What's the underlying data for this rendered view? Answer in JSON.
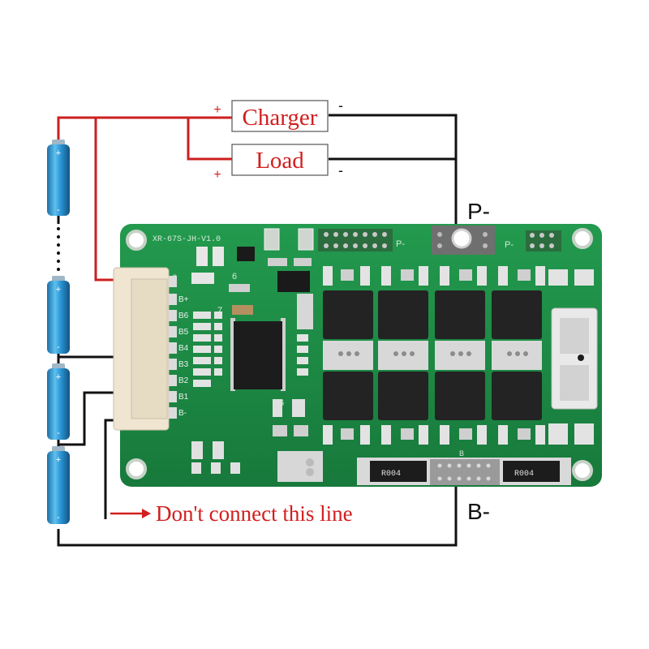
{
  "labels": {
    "charger": "Charger",
    "load": "Load",
    "p_minus": "P-",
    "b_minus": "B-",
    "warning": "Don't connect this line",
    "plus": "+",
    "minus": "-"
  },
  "board": {
    "model": "XR-67S-JH-V1.0",
    "pin_labels": [
      "B+",
      "B6",
      "B5",
      "B4",
      "B3",
      "B2",
      "B1",
      "B-"
    ],
    "p_pad": "P-",
    "b_pad": "B",
    "resistor_code": "R004",
    "pin_num_6": "6",
    "pin_num_7": "7"
  },
  "colors": {
    "positive_wire": "#cc1f1f",
    "negative_wire": "#111111",
    "pcb": "#1e8a45",
    "cell": "#2a8fd0",
    "label_red": "#d21f1f"
  }
}
